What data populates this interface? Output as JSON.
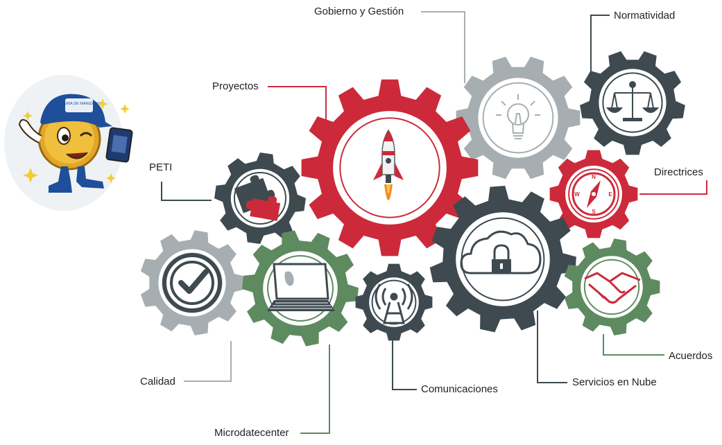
{
  "mascot": {
    "icon": "coin-mascot-image",
    "cap_text": "LOTERÍA DE MANIZALES"
  },
  "colors": {
    "red": "#cc2a3a",
    "dark": "#3e4a50",
    "gray": "#a7aeb1",
    "green": "#5e8a5f",
    "line": "#555d60"
  },
  "labels": {
    "gobierno": "Gobierno y Gestión",
    "normatividad": "Normatividad",
    "proyectos": "Proyectos",
    "peti": "PETI",
    "directrices": "Directrices",
    "calidad": "Calidad",
    "microdatacenter": "Microdatecenter",
    "comunicaciones": "Comunicaciones",
    "servicios": "Servicios en Nube",
    "acuerdos": "Acuerdos"
  },
  "gears": [
    {
      "id": "gobierno",
      "color": "gray",
      "icon": "lightbulb-icon"
    },
    {
      "id": "normatividad",
      "color": "dark",
      "icon": "balance-scale-icon"
    },
    {
      "id": "proyectos",
      "color": "red",
      "icon": "rocket-icon"
    },
    {
      "id": "peti",
      "color": "dark",
      "icon": "puzzle-icon"
    },
    {
      "id": "directrices",
      "color": "red",
      "icon": "compass-icon"
    },
    {
      "id": "calidad",
      "color": "gray",
      "icon": "checkmark-icon"
    },
    {
      "id": "microdatacenter",
      "color": "green",
      "icon": "laptop-icon"
    },
    {
      "id": "comunicaciones",
      "color": "dark",
      "icon": "antenna-icon"
    },
    {
      "id": "servicios",
      "color": "dark",
      "icon": "cloud-lock-icon"
    },
    {
      "id": "acuerdos",
      "color": "green",
      "icon": "handshake-icon"
    }
  ]
}
